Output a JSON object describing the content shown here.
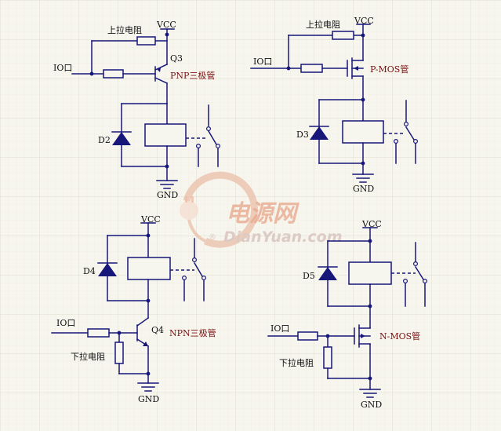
{
  "watermark": {
    "cn_text": "电源网",
    "en_text": "DianYuan.com",
    "registered": "®",
    "colors": {
      "primary": "#e9a98e",
      "secondary": "#dcc9c3"
    }
  },
  "circuits": {
    "pnp": {
      "supply": "VCC",
      "ground": "GND",
      "input": "IO口",
      "pullup": "上拉电阻",
      "transistor_ref": "Q3",
      "transistor_type": "PNP三极管",
      "diode": "D2"
    },
    "pmos": {
      "supply": "VCC",
      "ground": "GND",
      "input": "IO口",
      "pullup": "上拉电阻",
      "transistor_type": "P-MOS管",
      "diode": "D3"
    },
    "npn": {
      "supply": "VCC",
      "ground": "GND",
      "input": "IO口",
      "pulldown": "下拉电阻",
      "transistor_ref": "Q4",
      "transistor_type": "NPN三极管",
      "diode": "D4"
    },
    "nmos": {
      "supply": "VCC",
      "ground": "GND",
      "input": "IO口",
      "pulldown": "下拉电阻",
      "transistor_type": "N-MOS管",
      "diode": "D5"
    }
  },
  "colors": {
    "wire": "#17177a",
    "label": "#101010",
    "label_accent": "#7a1010",
    "grid": "#e1ddd0",
    "background": "#f7f6ee"
  }
}
